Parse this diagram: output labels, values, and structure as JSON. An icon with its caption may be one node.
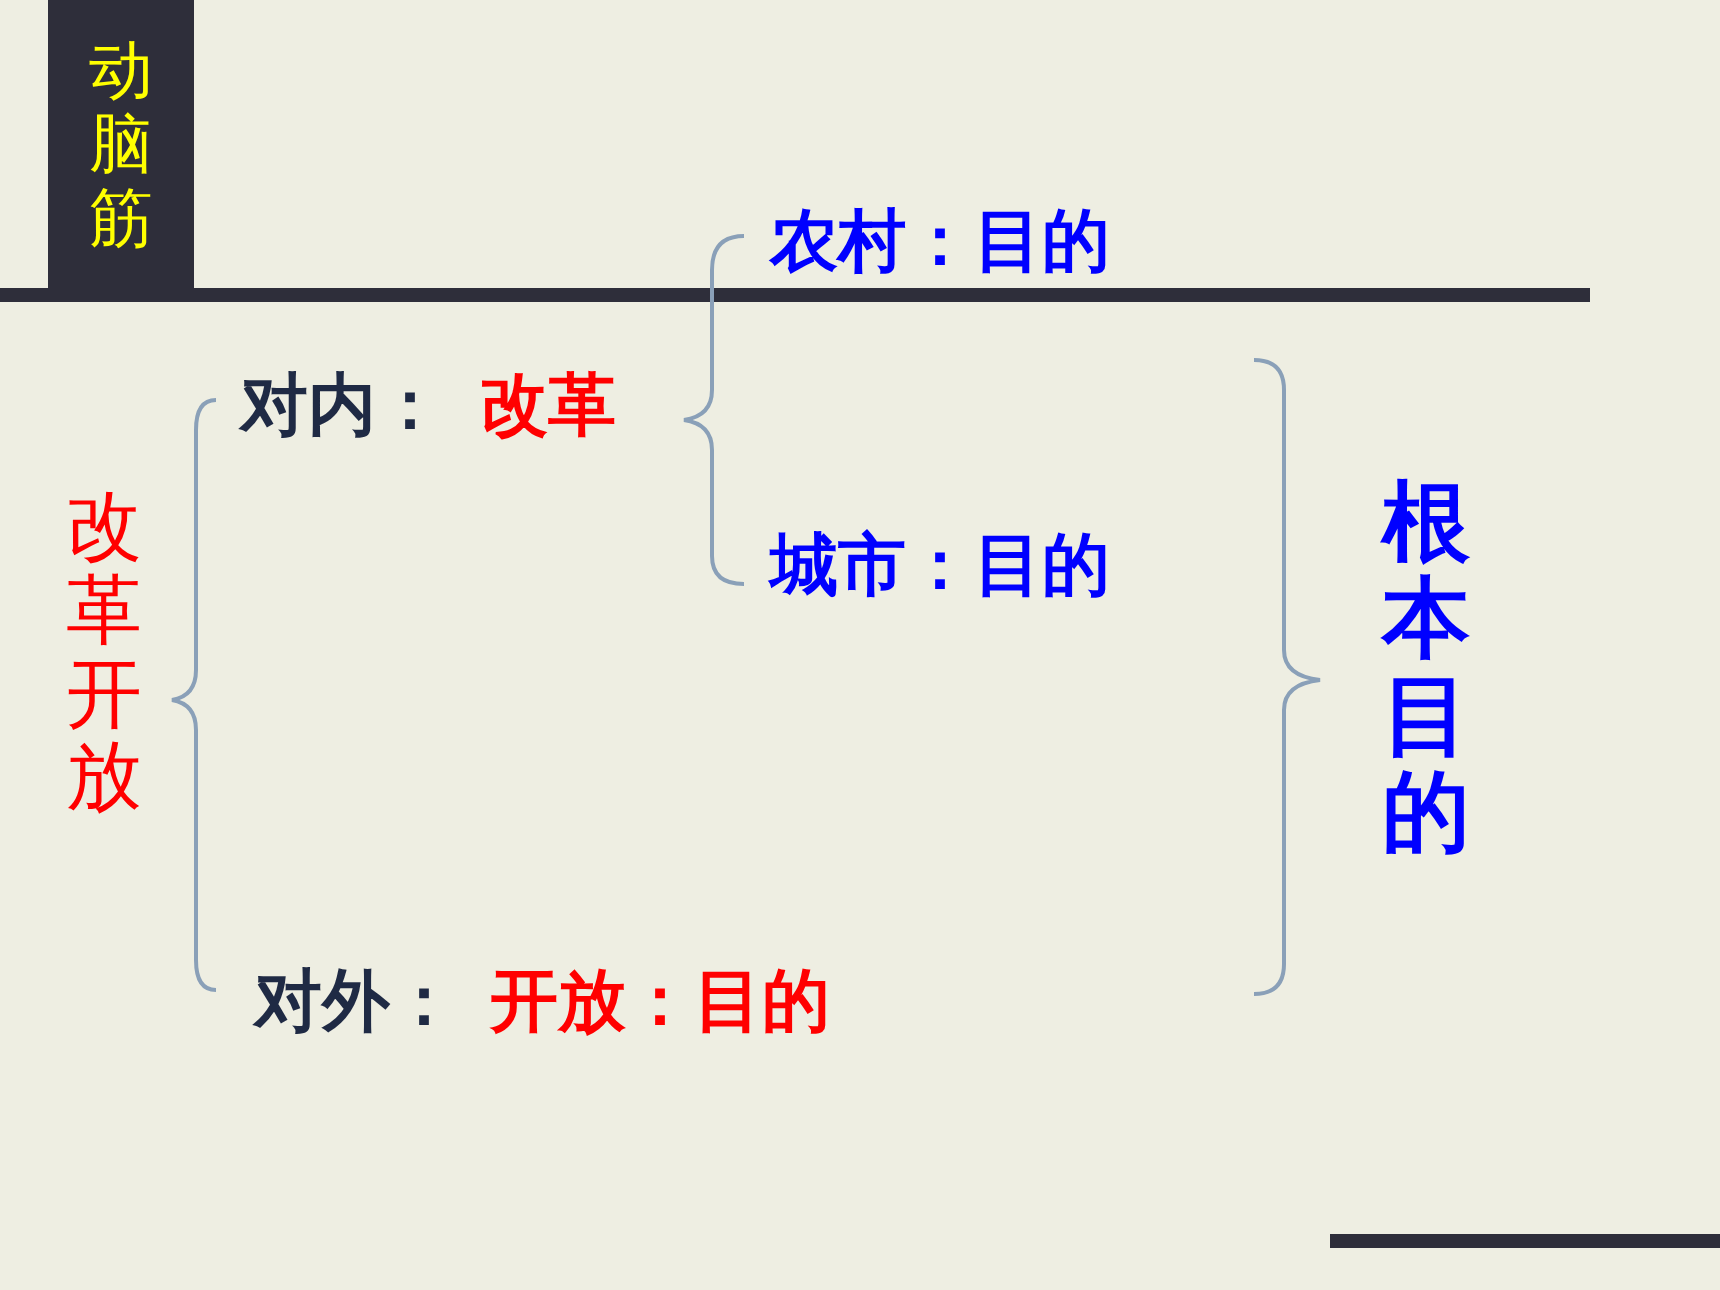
{
  "diagram": {
    "nodes": [
      {
        "text": [
          "动脑筋"
        ]
      }
    ],
    "labels": [
      "农村：目的",
      "对内：",
      "改革",
      "改革开放",
      "城市：目的",
      "根本目的",
      "对外：",
      "开放：目的"
    ]
  }
}
